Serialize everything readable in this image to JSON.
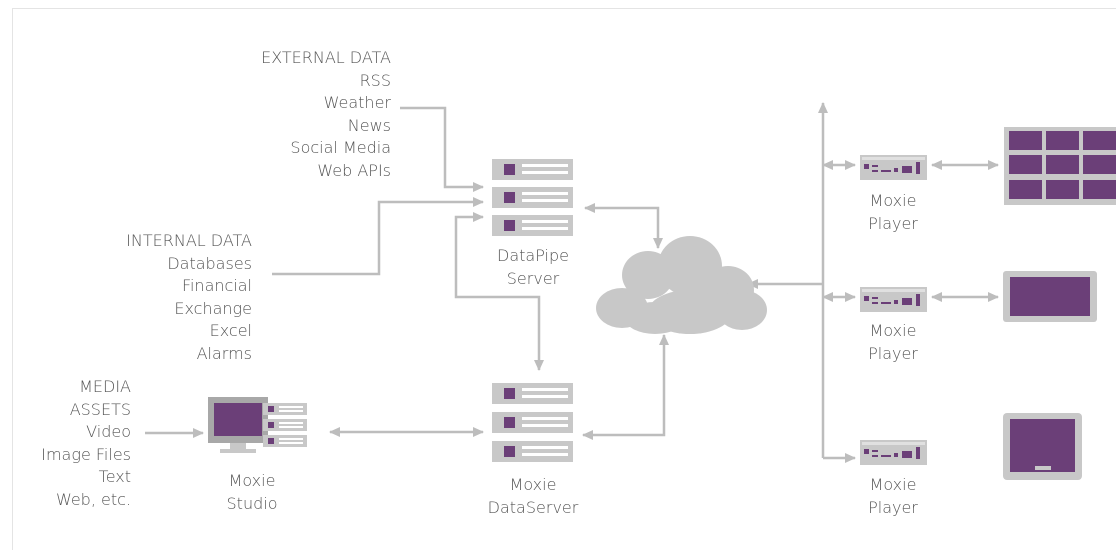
{
  "external_data": {
    "heading": "EXTERNAL DATA",
    "items": [
      "RSS",
      "Weather",
      "News",
      "Social Media",
      "Web APIs"
    ]
  },
  "internal_data": {
    "heading": "INTERNAL DATA",
    "items": [
      "Databases",
      "Financial",
      "Exchange",
      "Excel",
      "Alarms"
    ]
  },
  "media_assets": {
    "heading_line1": "MEDIA",
    "heading_line2": "ASSETS",
    "items": [
      "Video",
      "Image Files",
      "Text",
      "Web, etc."
    ]
  },
  "datapipe_server": {
    "line1": "DataPipe",
    "line2": "Server"
  },
  "moxie_dataserver": {
    "line1": "Moxie",
    "line2": "DataServer"
  },
  "moxie_studio": {
    "line1": "Moxie",
    "line2": "Studio"
  },
  "players": [
    {
      "line1": "Moxie",
      "line2": "Player"
    },
    {
      "line1": "Moxie",
      "line2": "Player"
    },
    {
      "line1": "Moxie",
      "line2": "Player"
    }
  ],
  "colors": {
    "purple": "#6b3f78",
    "gray": "#c8c8c8",
    "dark_gray": "#a8a8a8",
    "line": "#bdbdbd",
    "text": "#555555"
  }
}
